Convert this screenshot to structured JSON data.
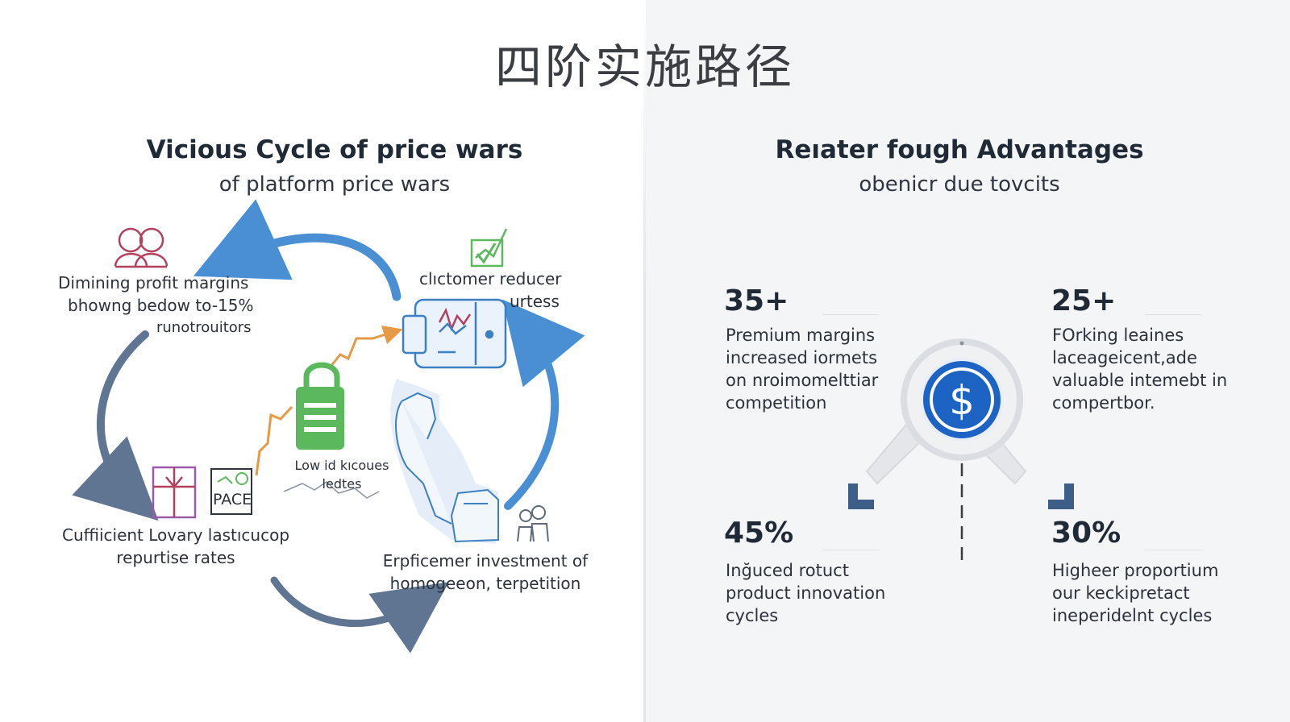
{
  "title": "四阶实施路径",
  "left_panel": {
    "title": "Vicious  Cycle of price wars",
    "subtitle": "of platform price wars",
    "labels": {
      "margins": [
        "Dimining profit margins",
        "bhowng bedow to-15%",
        "runotrouitors"
      ],
      "customer": [
        "clıctomer reducer",
        "urtess"
      ],
      "low": [
        "Low id kıcoues",
        "ledtes"
      ],
      "loyalty": [
        "Cuffiicient Lovary  lastıcucop",
        "repurtise rates"
      ],
      "investment": [
        "Erpficemer investment of",
        "homogeeon, terpetition"
      ],
      "pace": "PACE"
    }
  },
  "right_panel": {
    "title": "Reıater fough Advantages",
    "subtitle": "obenicr due tovcits",
    "stats": [
      {
        "value": "35+",
        "lines": [
          "Premium margins",
          "increased iormets",
          "on nroimomelttiar",
          "competition"
        ]
      },
      {
        "value": "25+",
        "lines": [
          "FOrking leaines",
          "laceageicent,ade",
          "valuable intemebt in",
          "compertbor."
        ]
      },
      {
        "value": "45%",
        "lines": [
          "Inğuced rotuct",
          "product innovation",
          "cycles"
        ]
      },
      {
        "value": "30%",
        "lines": [
          "Higheer proportium",
          "our keckipretact",
          "ineperidelnt cycles"
        ]
      }
    ],
    "center_icon": "dollar-coin-icon"
  },
  "colors": {
    "arrow_blue": "#4a8fd4",
    "arrow_slate": "#5f7591",
    "icon_green": "#5cb85c",
    "icon_pink": "#b2405e",
    "icon_orange": "#e69a45",
    "coin_blue": "#1d63c4"
  }
}
